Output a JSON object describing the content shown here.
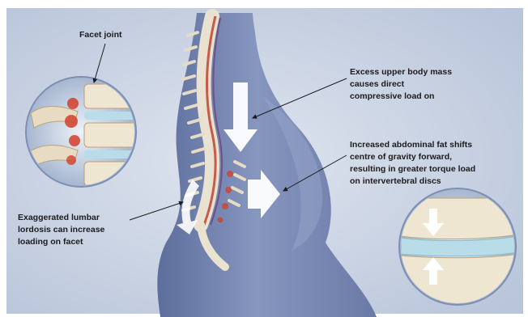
{
  "labels": {
    "facet_joint": "Facet joint",
    "upper_body_mass": "Excess upper body mass\ncauses direct\ncompressive load on",
    "abdominal_fat": "Increased abdominal fat shifts\ncentre of gravity forward,\nresulting in greater torque load\non intervertebral discs",
    "lumbar_lordosis": "Exaggerated lumbar\nlordosis can increase\nloading on facet"
  },
  "colors": {
    "background": "#c8d2e3",
    "body": "#7f8fb7",
    "arrow": "#ffffff",
    "bone": "#efe6d2",
    "inflammation": "#d1402a",
    "disc": "#b8dde8"
  }
}
